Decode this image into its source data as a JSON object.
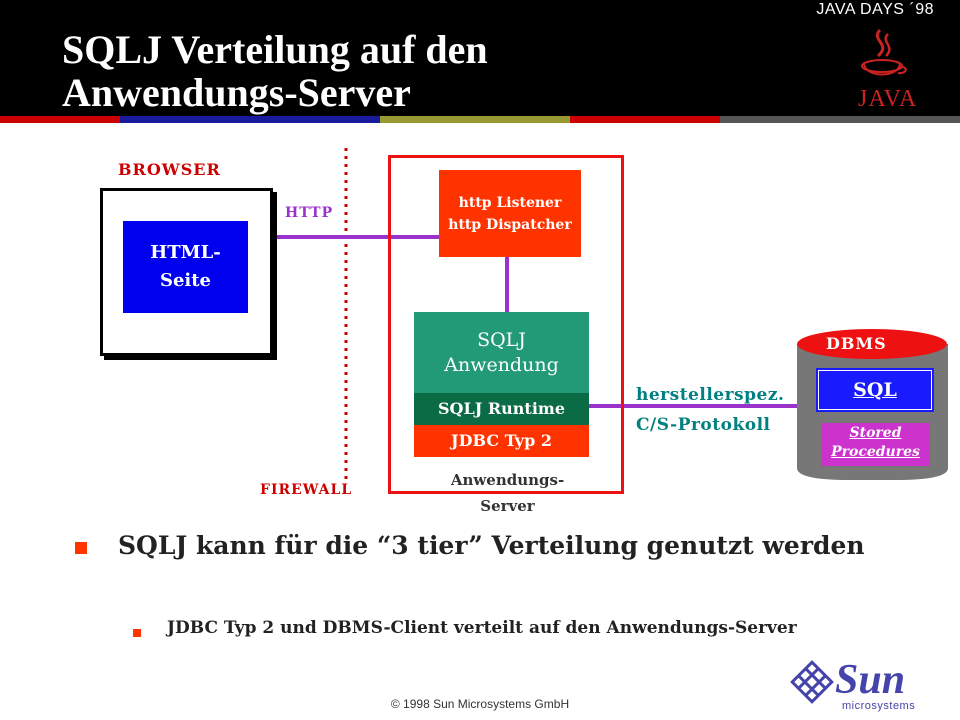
{
  "header": {
    "event_label": "JAVA DAYS ´98",
    "title_line1": "SQLJ Verteilung auf den",
    "title_line2": "Anwendungs-Server",
    "java_logo_text": "JAVA"
  },
  "colors": {
    "header_bg": "#000000",
    "stripe": [
      "#cc0000",
      "#1a1a9e",
      "#999933",
      "#cc0000",
      "#666666"
    ],
    "connector": "#9933cc",
    "firewall": "#cc0000"
  },
  "diagram": {
    "browser_label": "BROWSER",
    "html_page_line1": "HTML-",
    "html_page_line2": "Seite",
    "http_label": "HTTP",
    "firewall_label": "FIREWALL",
    "listener_line1": "http Listener",
    "listener_line2": "http Dispatcher",
    "sqlj_app_line1": "SQLJ",
    "sqlj_app_line2": "Anwendung",
    "sqlj_runtime": "SQLJ Runtime",
    "jdbc": "JDBC Typ 2",
    "server_label_line1": "Anwendungs-",
    "server_label_line2": "Server",
    "protocol_line1": "herstellerspez.",
    "protocol_line2": "C/S-Protokoll",
    "dbms_label": "DBMS",
    "sql_label": "SQL",
    "stored_line1": "Stored",
    "stored_line2": "Procedures"
  },
  "bullets": [
    {
      "text": "SQLJ kann für die  “3 tier” Verteilung genutzt werden"
    },
    {
      "text": "JDBC Typ 2 und DBMS-Client verteilt auf den Anwendungs-Server"
    }
  ],
  "footer": {
    "copyright": "© 1998 Sun Microsystems GmbH",
    "sun_logo_text": "Sun",
    "sun_logo_sub": "microsystems"
  }
}
